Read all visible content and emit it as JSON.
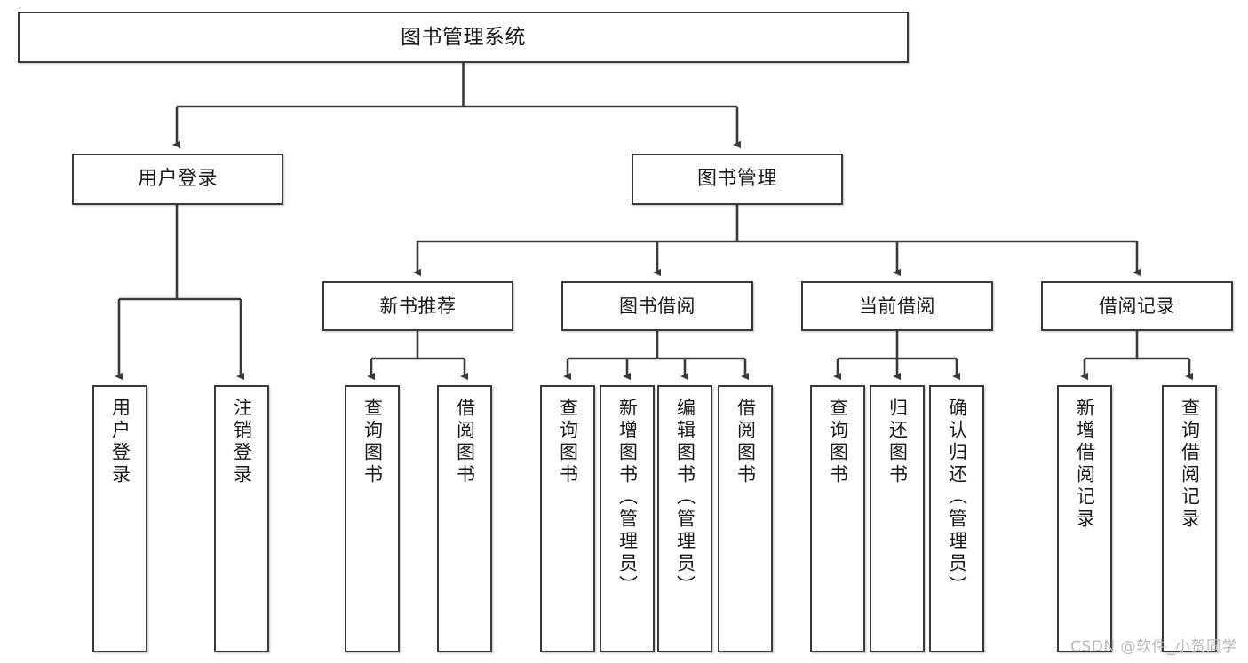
{
  "diagram": {
    "title": "图书管理系统",
    "watermark": "CSDN @软件_小贺同学",
    "line_color": "#3a3a3a",
    "box_fill": "#ffffff",
    "text_color": "#1a1a1a",
    "watermark_color": "#b9b9b9"
  },
  "nodes": {
    "root": {
      "label": "图书管理系统"
    },
    "level2": [
      {
        "id": "user-login",
        "label": "用户登录"
      },
      {
        "id": "book-management",
        "label": "图书管理"
      }
    ],
    "level3": [
      {
        "id": "new-book-recommend",
        "label": "新书推荐"
      },
      {
        "id": "book-borrow",
        "label": "图书借阅"
      },
      {
        "id": "current-borrow",
        "label": "当前借阅"
      },
      {
        "id": "borrow-record",
        "label": "借阅记录"
      }
    ],
    "leaves": {
      "user_login": [
        {
          "id": "leaf-user-login",
          "label": "用户登录"
        },
        {
          "id": "leaf-logout",
          "label": "注销登录"
        }
      ],
      "new_book_recommend": [
        {
          "id": "leaf-query-book-1",
          "label": "查询图书"
        },
        {
          "id": "leaf-borrow-book-1",
          "label": "借阅图书"
        }
      ],
      "book_borrow": [
        {
          "id": "leaf-query-book-2",
          "label": "查询图书"
        },
        {
          "id": "leaf-add-book",
          "label": "新增图书（管理员）"
        },
        {
          "id": "leaf-edit-book",
          "label": "编辑图书（管理员）"
        },
        {
          "id": "leaf-borrow-book-2",
          "label": "借阅图书"
        }
      ],
      "current_borrow": [
        {
          "id": "leaf-query-book-3",
          "label": "查询图书"
        },
        {
          "id": "leaf-return-book",
          "label": "归还图书"
        },
        {
          "id": "leaf-confirm-return",
          "label": "确认归还（管理员）"
        }
      ],
      "borrow_record": [
        {
          "id": "leaf-add-record",
          "label": "新增借阅记录"
        },
        {
          "id": "leaf-query-record",
          "label": "查询借阅记录"
        }
      ]
    }
  }
}
